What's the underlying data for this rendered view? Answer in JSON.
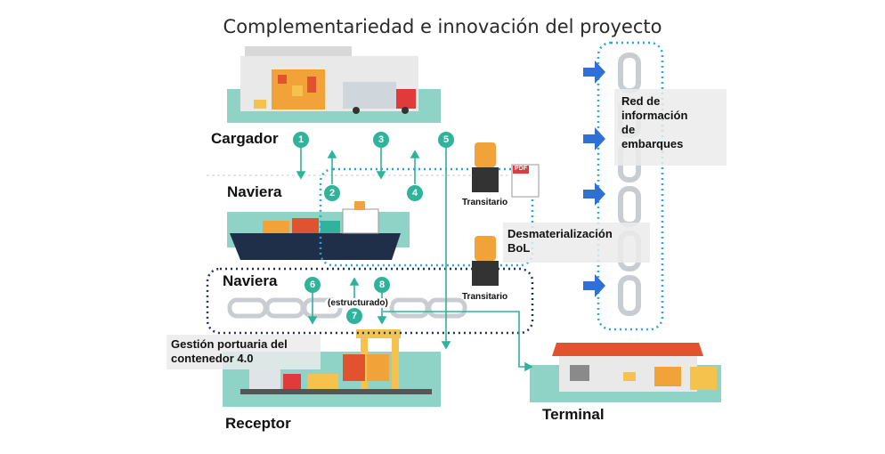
{
  "title": "Complementariedad e innovación del proyecto",
  "actors": {
    "cargador": "Cargador",
    "naviera_1": "Naviera",
    "naviera_2": "Naviera",
    "receptor": "Receptor",
    "terminal": "Terminal",
    "transitario_1": "Transitario",
    "transitario_2": "Transitario"
  },
  "labels": {
    "red_line1": "Red de",
    "red_line2": "información",
    "red_line3": "de",
    "red_line4": "embarques",
    "desmat_line1": "Desmaterialización",
    "desmat_line2": "BoL",
    "gestion_line1": "Gestión portuaria del",
    "gestion_line2": "contenedor 4.0",
    "estructurado": "estructurado",
    "pdf": "PDF"
  },
  "steps": [
    "1",
    "2",
    "3",
    "4",
    "5",
    "6",
    "7",
    "8"
  ],
  "colors": {
    "teal": "#2fb39a",
    "dotted_blue": "#29a6d8",
    "dark_navy": "#1f2e5c",
    "arrow_blue": "#2f6fd6",
    "platform": "#8fd3c6"
  }
}
